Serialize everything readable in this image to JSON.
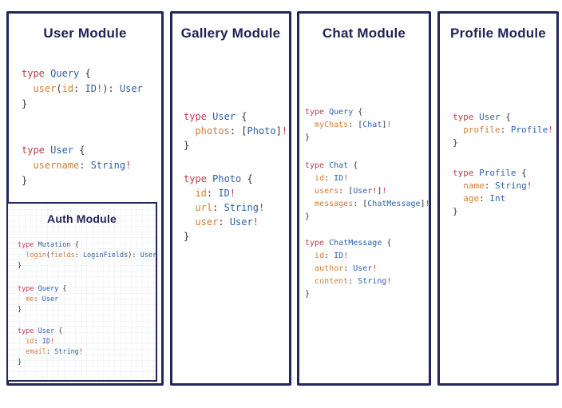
{
  "colors": {
    "border": "#23265c",
    "title": "#1f2356",
    "keyword": "#c13a4d",
    "type": "#2d5fa8",
    "field": "#d07c33",
    "punct": "#30343c",
    "bang": "#c13a4d"
  },
  "panels": [
    {
      "title": "User Module",
      "blocks": [
        [
          [
            [
              "k",
              "type "
            ],
            [
              "t",
              "Query "
            ],
            [
              "p",
              "{"
            ]
          ],
          [
            [
              "p",
              "  "
            ],
            [
              "f",
              "user"
            ],
            [
              "p",
              "("
            ],
            [
              "f",
              "id"
            ],
            [
              "p",
              ": "
            ],
            [
              "t",
              "ID"
            ],
            [
              "b",
              "!"
            ],
            [
              "p",
              "): "
            ],
            [
              "t",
              "User"
            ]
          ],
          [
            [
              "p",
              "}"
            ]
          ]
        ],
        [
          [
            [
              "k",
              "type "
            ],
            [
              "t",
              "User "
            ],
            [
              "p",
              "{"
            ]
          ],
          [
            [
              "p",
              "  "
            ],
            [
              "f",
              "username"
            ],
            [
              "p",
              ": "
            ],
            [
              "t",
              "String"
            ],
            [
              "b",
              "!"
            ]
          ],
          [
            [
              "p",
              "}"
            ]
          ]
        ]
      ],
      "sub": {
        "title": "Auth Module",
        "blocks": [
          [
            [
              [
                "k",
                "type "
              ],
              [
                "t",
                "Mutation "
              ],
              [
                "p",
                "{"
              ]
            ],
            [
              [
                "p",
                "  "
              ],
              [
                "f",
                "login"
              ],
              [
                "p",
                "("
              ],
              [
                "f",
                "fields"
              ],
              [
                "p",
                ": "
              ],
              [
                "t",
                "LoginFields"
              ],
              [
                "p",
                "): "
              ],
              [
                "t",
                "User"
              ]
            ],
            [
              [
                "p",
                "}"
              ]
            ]
          ],
          [
            [
              [
                "k",
                "type "
              ],
              [
                "t",
                "Query "
              ],
              [
                "p",
                "{"
              ]
            ],
            [
              [
                "p",
                "  "
              ],
              [
                "f",
                "me"
              ],
              [
                "p",
                ": "
              ],
              [
                "t",
                "User"
              ]
            ],
            [
              [
                "p",
                "}"
              ]
            ]
          ],
          [
            [
              [
                "k",
                "type "
              ],
              [
                "t",
                "User "
              ],
              [
                "p",
                "{"
              ]
            ],
            [
              [
                "p",
                "  "
              ],
              [
                "f",
                "id"
              ],
              [
                "p",
                ": "
              ],
              [
                "t",
                "ID"
              ],
              [
                "b",
                "!"
              ]
            ],
            [
              [
                "p",
                "  "
              ],
              [
                "f",
                "email"
              ],
              [
                "p",
                ": "
              ],
              [
                "t",
                "String"
              ],
              [
                "b",
                "!"
              ]
            ],
            [
              [
                "p",
                "}"
              ]
            ]
          ]
        ]
      }
    },
    {
      "title": "Gallery Module",
      "blocks": [
        [
          [
            [
              "k",
              "type "
            ],
            [
              "t",
              "User "
            ],
            [
              "p",
              "{"
            ]
          ],
          [
            [
              "p",
              "  "
            ],
            [
              "f",
              "photos"
            ],
            [
              "p",
              ": ["
            ],
            [
              "t",
              "Photo"
            ],
            [
              "p",
              "]"
            ],
            [
              "b",
              "!"
            ]
          ],
          [
            [
              "p",
              "}"
            ]
          ]
        ],
        [
          [
            [
              "k",
              "type "
            ],
            [
              "t",
              "Photo "
            ],
            [
              "p",
              "{"
            ]
          ],
          [
            [
              "p",
              "  "
            ],
            [
              "f",
              "id"
            ],
            [
              "p",
              ": "
            ],
            [
              "t",
              "ID"
            ],
            [
              "b",
              "!"
            ]
          ],
          [
            [
              "p",
              "  "
            ],
            [
              "f",
              "url"
            ],
            [
              "p",
              ": "
            ],
            [
              "t",
              "String"
            ],
            [
              "b",
              "!"
            ]
          ],
          [
            [
              "p",
              "  "
            ],
            [
              "f",
              "user"
            ],
            [
              "p",
              ": "
            ],
            [
              "t",
              "User"
            ],
            [
              "b",
              "!"
            ]
          ],
          [
            [
              "p",
              "}"
            ]
          ]
        ]
      ]
    },
    {
      "title": "Chat Module",
      "blocks": [
        [
          [
            [
              "k",
              "type "
            ],
            [
              "t",
              "Query "
            ],
            [
              "p",
              "{"
            ]
          ],
          [
            [
              "p",
              "  "
            ],
            [
              "f",
              "myChats"
            ],
            [
              "p",
              ": ["
            ],
            [
              "t",
              "Chat"
            ],
            [
              "p",
              "]"
            ],
            [
              "b",
              "!"
            ]
          ],
          [
            [
              "p",
              "}"
            ]
          ]
        ],
        [
          [
            [
              "k",
              "type "
            ],
            [
              "t",
              "Chat "
            ],
            [
              "p",
              "{"
            ]
          ],
          [
            [
              "p",
              "  "
            ],
            [
              "f",
              "id"
            ],
            [
              "p",
              ": "
            ],
            [
              "t",
              "ID"
            ],
            [
              "b",
              "!"
            ]
          ],
          [
            [
              "p",
              "  "
            ],
            [
              "f",
              "users"
            ],
            [
              "p",
              ": ["
            ],
            [
              "t",
              "User"
            ],
            [
              "b",
              "!"
            ],
            [
              "p",
              "]"
            ],
            [
              "b",
              "!"
            ]
          ],
          [
            [
              "p",
              "  "
            ],
            [
              "f",
              "messages"
            ],
            [
              "p",
              ": ["
            ],
            [
              "t",
              "ChatMessage"
            ],
            [
              "p",
              "]"
            ],
            [
              "b",
              "!"
            ]
          ],
          [
            [
              "p",
              "}"
            ]
          ]
        ],
        [
          [
            [
              "k",
              "type "
            ],
            [
              "t",
              "ChatMessage "
            ],
            [
              "p",
              "{"
            ]
          ],
          [
            [
              "p",
              "  "
            ],
            [
              "f",
              "id"
            ],
            [
              "p",
              ": "
            ],
            [
              "t",
              "ID"
            ],
            [
              "b",
              "!"
            ]
          ],
          [
            [
              "p",
              "  "
            ],
            [
              "f",
              "author"
            ],
            [
              "p",
              ": "
            ],
            [
              "t",
              "User"
            ],
            [
              "b",
              "!"
            ]
          ],
          [
            [
              "p",
              "  "
            ],
            [
              "f",
              "content"
            ],
            [
              "p",
              ": "
            ],
            [
              "t",
              "String"
            ],
            [
              "b",
              "!"
            ]
          ],
          [
            [
              "p",
              "}"
            ]
          ]
        ]
      ]
    },
    {
      "title": "Profile Module",
      "blocks": [
        [
          [
            [
              "k",
              "type "
            ],
            [
              "t",
              "User "
            ],
            [
              "p",
              "{"
            ]
          ],
          [
            [
              "p",
              "  "
            ],
            [
              "f",
              "profile"
            ],
            [
              "p",
              ": "
            ],
            [
              "t",
              "Profile"
            ],
            [
              "b",
              "!"
            ]
          ],
          [
            [
              "p",
              "}"
            ]
          ]
        ],
        [
          [
            [
              "k",
              "type "
            ],
            [
              "t",
              "Profile "
            ],
            [
              "p",
              "{"
            ]
          ],
          [
            [
              "p",
              "  "
            ],
            [
              "f",
              "name"
            ],
            [
              "p",
              ": "
            ],
            [
              "t",
              "String"
            ],
            [
              "b",
              "!"
            ]
          ],
          [
            [
              "p",
              "  "
            ],
            [
              "f",
              "age"
            ],
            [
              "p",
              ": "
            ],
            [
              "t",
              "Int"
            ]
          ],
          [
            [
              "p",
              "}"
            ]
          ]
        ]
      ]
    }
  ]
}
